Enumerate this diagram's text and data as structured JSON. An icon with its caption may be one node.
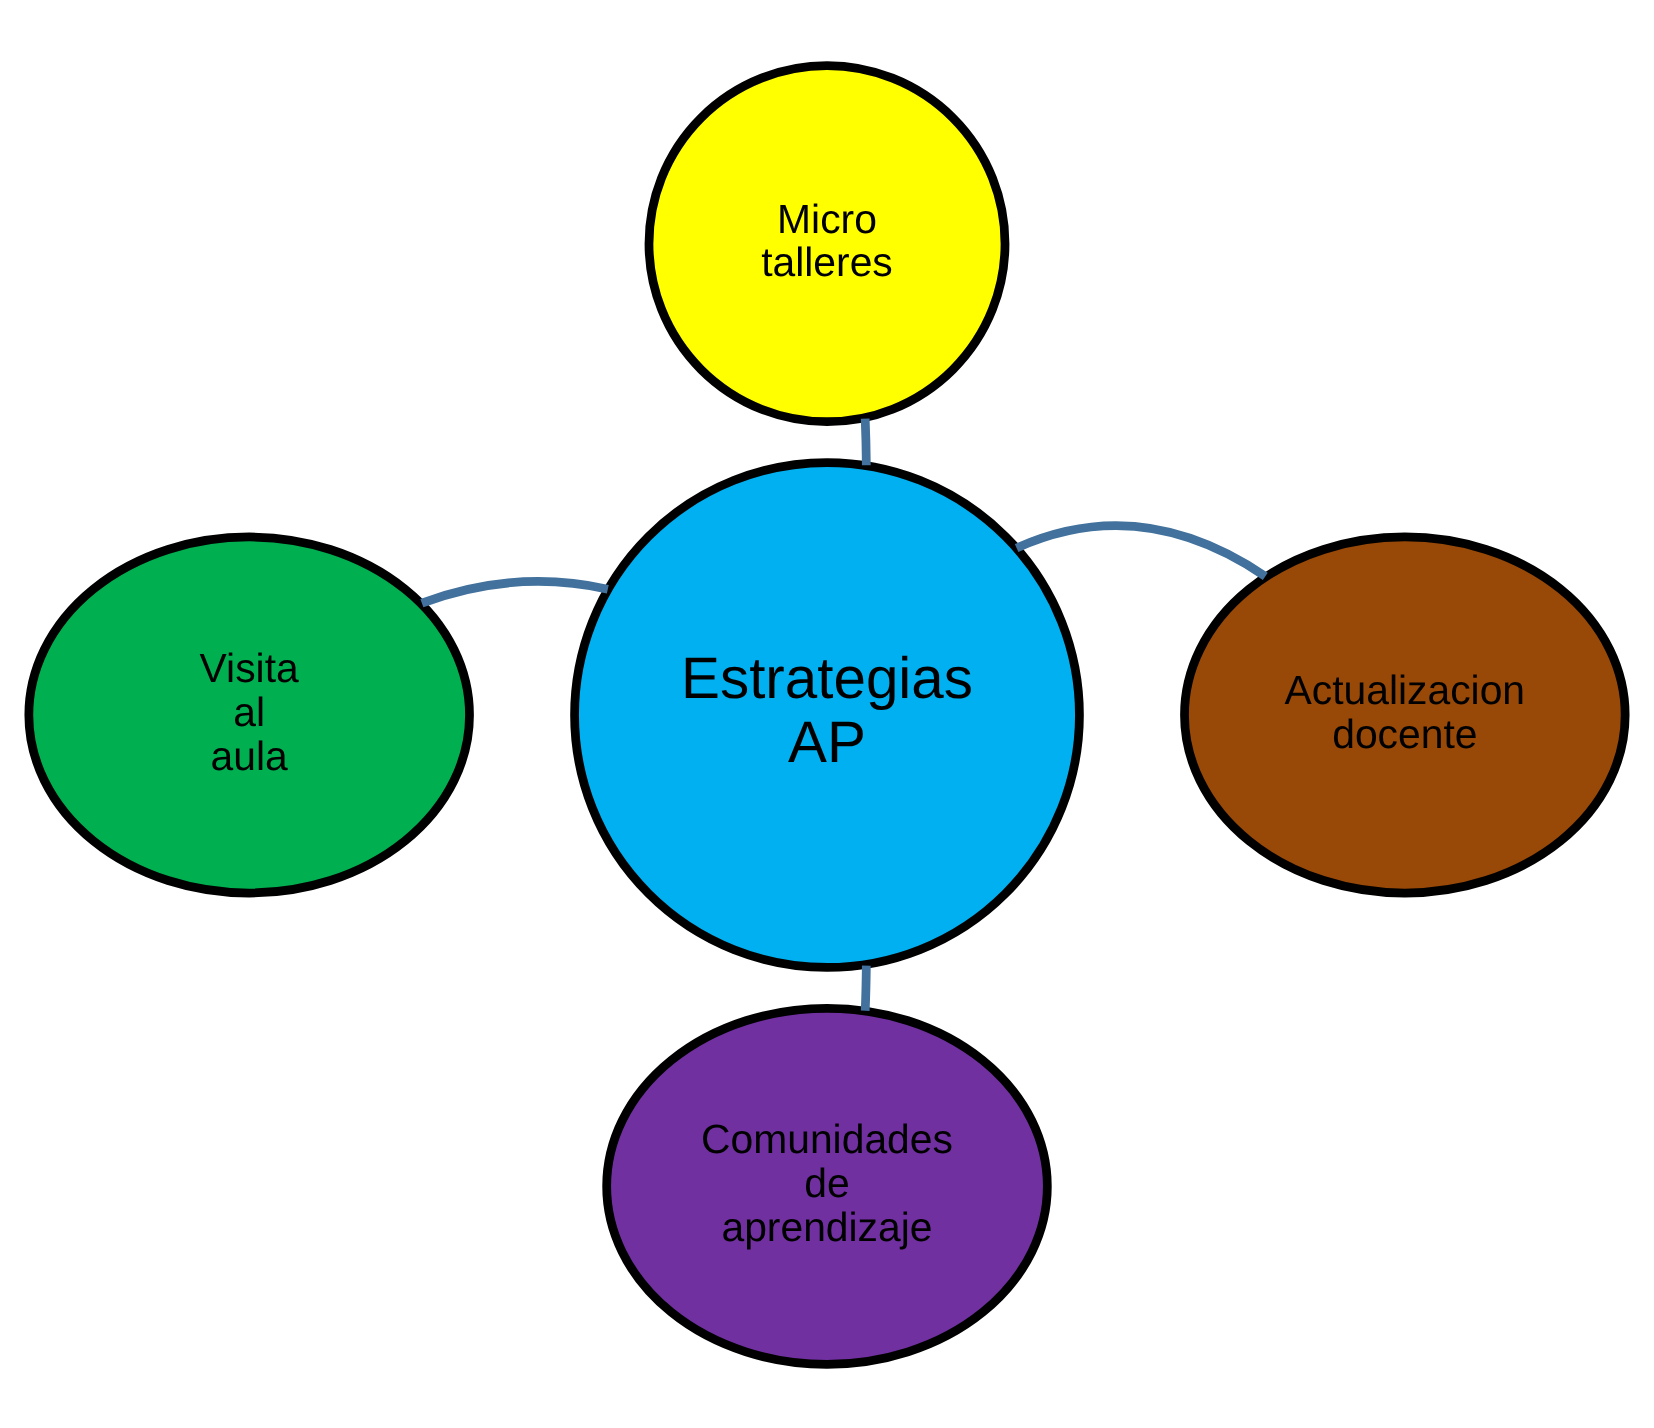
{
  "diagram": {
    "nodes": [
      {
        "text": [
          "Micro talleres"
        ]
      },
      {
        "text": [
          "Visita al aula"
        ]
      },
      {
        "text": [
          "Estrategias AP"
        ]
      },
      {
        "text": [
          "Actualizacion docente"
        ]
      },
      {
        "text": [
          "Comunidades de aprendizaje"
        ]
      }
    ],
    "edges": [
      {
        "from": 2,
        "to": 0,
        "arrow": "none"
      },
      {
        "from": 2,
        "to": 1,
        "arrow": "none"
      },
      {
        "from": 2,
        "to": 3,
        "arrow": "none"
      },
      {
        "from": 2,
        "to": 4,
        "arrow": "none"
      }
    ]
  }
}
